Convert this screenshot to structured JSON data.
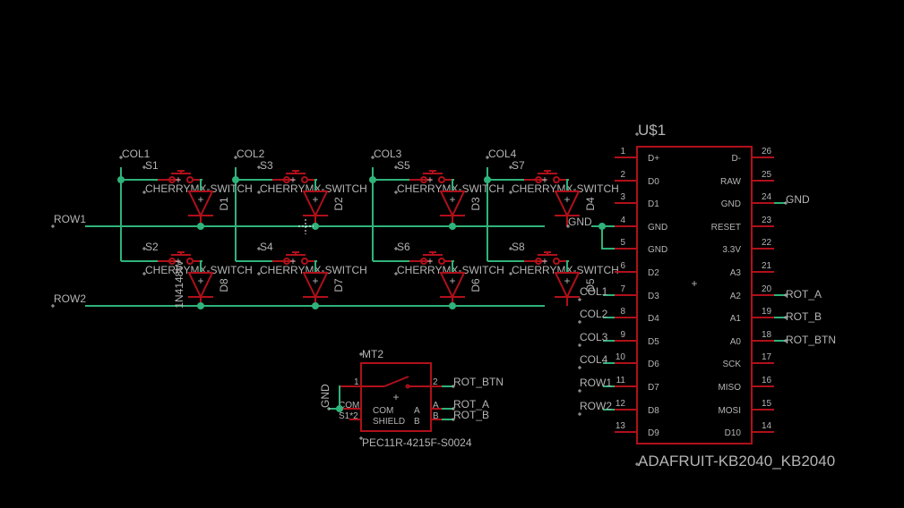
{
  "colors": {
    "background": "#000000",
    "wire": "#2fb37a",
    "symbol": "#b0101a",
    "text": "#b4b4b4"
  },
  "matrix": {
    "columns": [
      "COL1",
      "COL2",
      "COL3",
      "COL4"
    ],
    "rows": [
      "ROW1",
      "ROW2"
    ],
    "switch_value": "CHERRYMX-SWITCH",
    "switches": [
      {
        "name": "S1",
        "diode": "D1",
        "col": 0,
        "row": 0
      },
      {
        "name": "S3",
        "diode": "D2",
        "col": 1,
        "row": 0
      },
      {
        "name": "S5",
        "diode": "D3",
        "col": 2,
        "row": 0
      },
      {
        "name": "S7",
        "diode": "D4",
        "col": 3,
        "row": 0
      },
      {
        "name": "S2",
        "diode": "D8",
        "col": 0,
        "row": 1
      },
      {
        "name": "S4",
        "diode": "D7",
        "col": 1,
        "row": 1
      },
      {
        "name": "S6",
        "diode": "D6",
        "col": 2,
        "row": 1
      },
      {
        "name": "S8",
        "diode": "D5",
        "col": 3,
        "row": 1
      }
    ],
    "diode_value": "1N4148W"
  },
  "mcu": {
    "name": "U$1",
    "value": "ADAFRUIT-KB2040_KB2040",
    "left_pins": [
      {
        "num": "1",
        "label": "D+",
        "net": ""
      },
      {
        "num": "2",
        "label": "D0",
        "net": ""
      },
      {
        "num": "3",
        "label": "D1",
        "net": ""
      },
      {
        "num": "4",
        "label": "GND",
        "net": "GND"
      },
      {
        "num": "5",
        "label": "GND",
        "net": ""
      },
      {
        "num": "6",
        "label": "D2",
        "net": ""
      },
      {
        "num": "7",
        "label": "D3",
        "net": "COL1"
      },
      {
        "num": "8",
        "label": "D4",
        "net": "COL2"
      },
      {
        "num": "9",
        "label": "D5",
        "net": "COL3"
      },
      {
        "num": "10",
        "label": "D6",
        "net": "COL4"
      },
      {
        "num": "11",
        "label": "D7",
        "net": "ROW1"
      },
      {
        "num": "12",
        "label": "D8",
        "net": "ROW2"
      },
      {
        "num": "13",
        "label": "D9",
        "net": ""
      }
    ],
    "right_pins": [
      {
        "num": "26",
        "label": "D-",
        "net": ""
      },
      {
        "num": "25",
        "label": "RAW",
        "net": ""
      },
      {
        "num": "24",
        "label": "GND",
        "net": "GND"
      },
      {
        "num": "23",
        "label": "RESET",
        "net": ""
      },
      {
        "num": "22",
        "label": "3.3V",
        "net": ""
      },
      {
        "num": "21",
        "label": "A3",
        "net": ""
      },
      {
        "num": "20",
        "label": "A2",
        "net": "ROT_A"
      },
      {
        "num": "19",
        "label": "A1",
        "net": "ROT_B"
      },
      {
        "num": "18",
        "label": "A0",
        "net": "ROT_BTN"
      },
      {
        "num": "17",
        "label": "SCK",
        "net": ""
      },
      {
        "num": "16",
        "label": "MISO",
        "net": ""
      },
      {
        "num": "15",
        "label": "MOSI",
        "net": ""
      },
      {
        "num": "14",
        "label": "D10",
        "net": ""
      }
    ]
  },
  "encoder": {
    "name": "MT2",
    "value": "PEC11R-4215F-S0024",
    "pin1": "1",
    "pin2": "2",
    "pin_com": "COM",
    "pin_s1": "S1*2",
    "pin_a": "A",
    "pin_b": "B",
    "label_com": "COM",
    "label_shield": "SHIELD",
    "label_a": "A",
    "label_b": "B",
    "net_gnd": "GND",
    "net_btn": "ROT_BTN",
    "net_a": "ROT_A",
    "net_b": "ROT_B"
  }
}
